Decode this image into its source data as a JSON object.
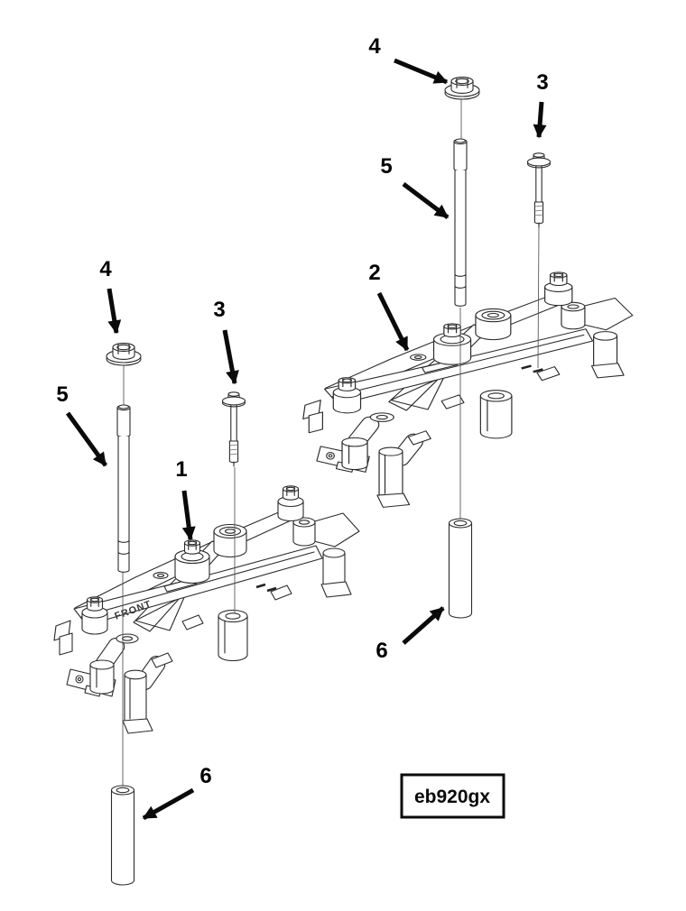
{
  "colors": {
    "background": "#ffffff",
    "line": "#2b2b2b",
    "label": "#000000"
  },
  "code_box": {
    "text": "eb920gx"
  },
  "markings": {
    "front": "FRONT"
  },
  "callouts": [
    {
      "label": "4",
      "points_to": "flange-nut-rear"
    },
    {
      "label": "3",
      "points_to": "flange-bolt-rear"
    },
    {
      "label": "5",
      "points_to": "stud-rear"
    },
    {
      "label": "2",
      "points_to": "rocker-assembly-rear"
    },
    {
      "label": "4",
      "points_to": "flange-nut-front"
    },
    {
      "label": "3",
      "points_to": "flange-bolt-front"
    },
    {
      "label": "5",
      "points_to": "stud-front"
    },
    {
      "label": "1",
      "points_to": "rocker-assembly-front"
    },
    {
      "label": "6",
      "points_to": "spacer-rear"
    },
    {
      "label": "6",
      "points_to": "spacer-front"
    }
  ]
}
